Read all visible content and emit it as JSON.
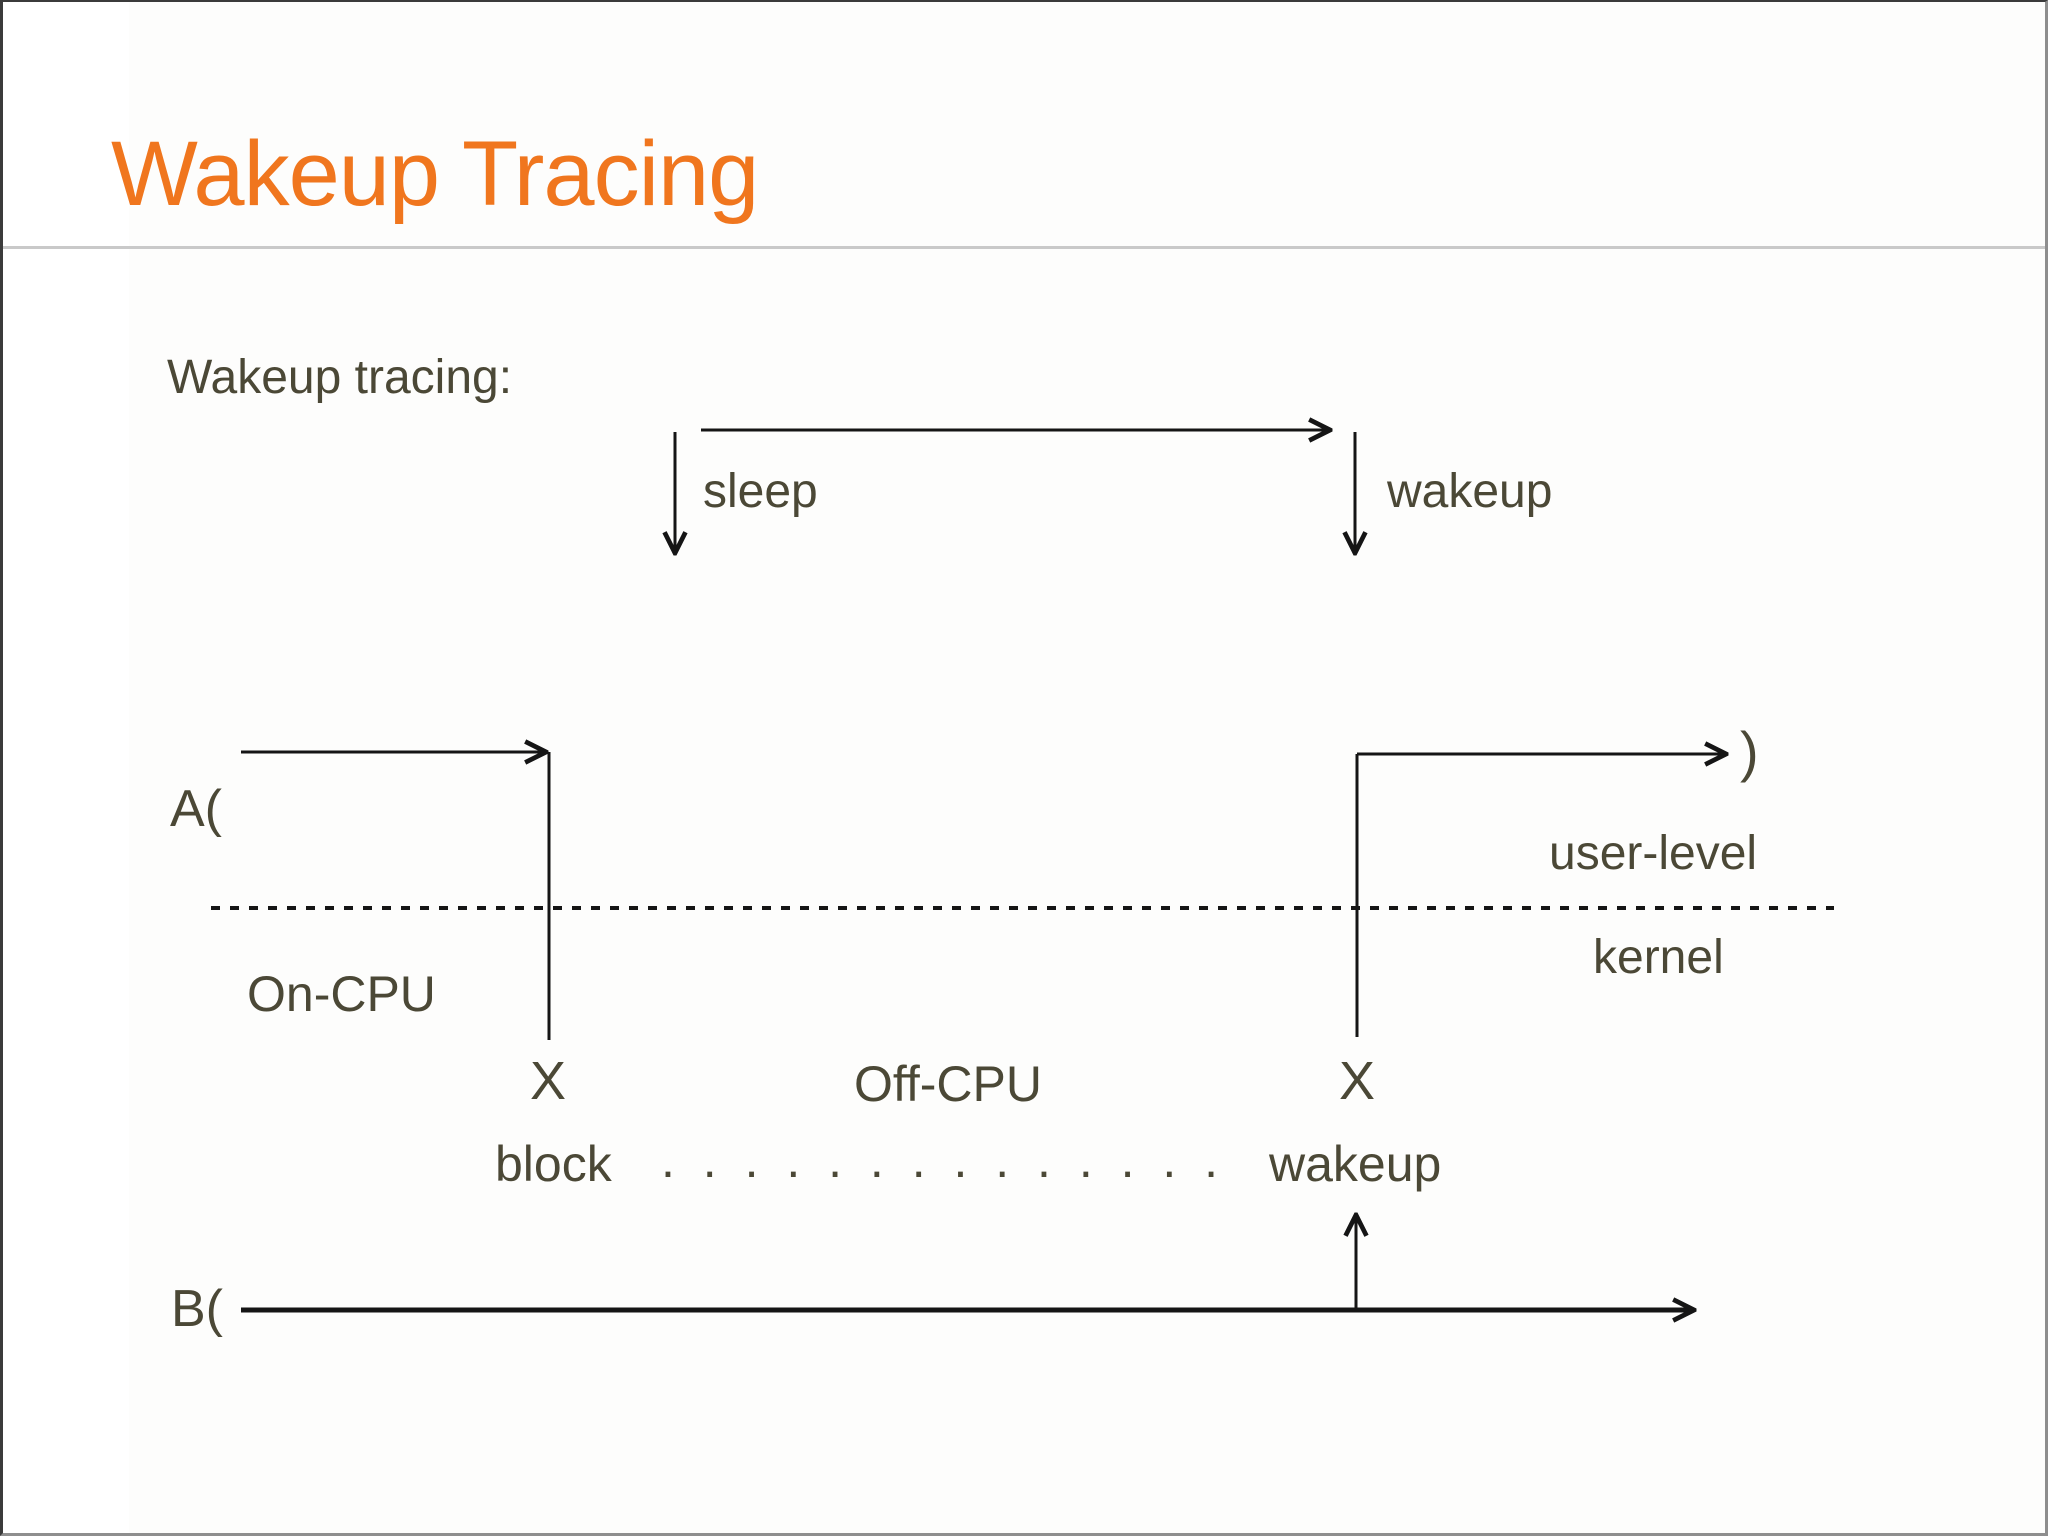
{
  "slide": {
    "title": "Wakeup Tracing",
    "section_label": "Wakeup tracing:",
    "top_diagram": {
      "sleep_label": "sleep",
      "wakeup_label": "wakeup"
    },
    "timeline_diagram": {
      "process_a_open": "A(",
      "process_a_close": ")",
      "process_b_open": "B(",
      "user_level_label": "user-level",
      "kernel_label": "kernel",
      "on_cpu_label": "On-CPU",
      "off_cpu_label": "Off-CPU",
      "block_x_marker": "X",
      "wakeup_x_marker": "X",
      "block_label": "block",
      "wakeup_label": "wakeup",
      "latency_dots": ". . . . . . . . . . . . . ."
    },
    "colors": {
      "title_orange": "#f0761e",
      "body_text_olive": "#4b4836",
      "line_black": "#151515",
      "divider_gray": "#c9c9c9"
    }
  }
}
